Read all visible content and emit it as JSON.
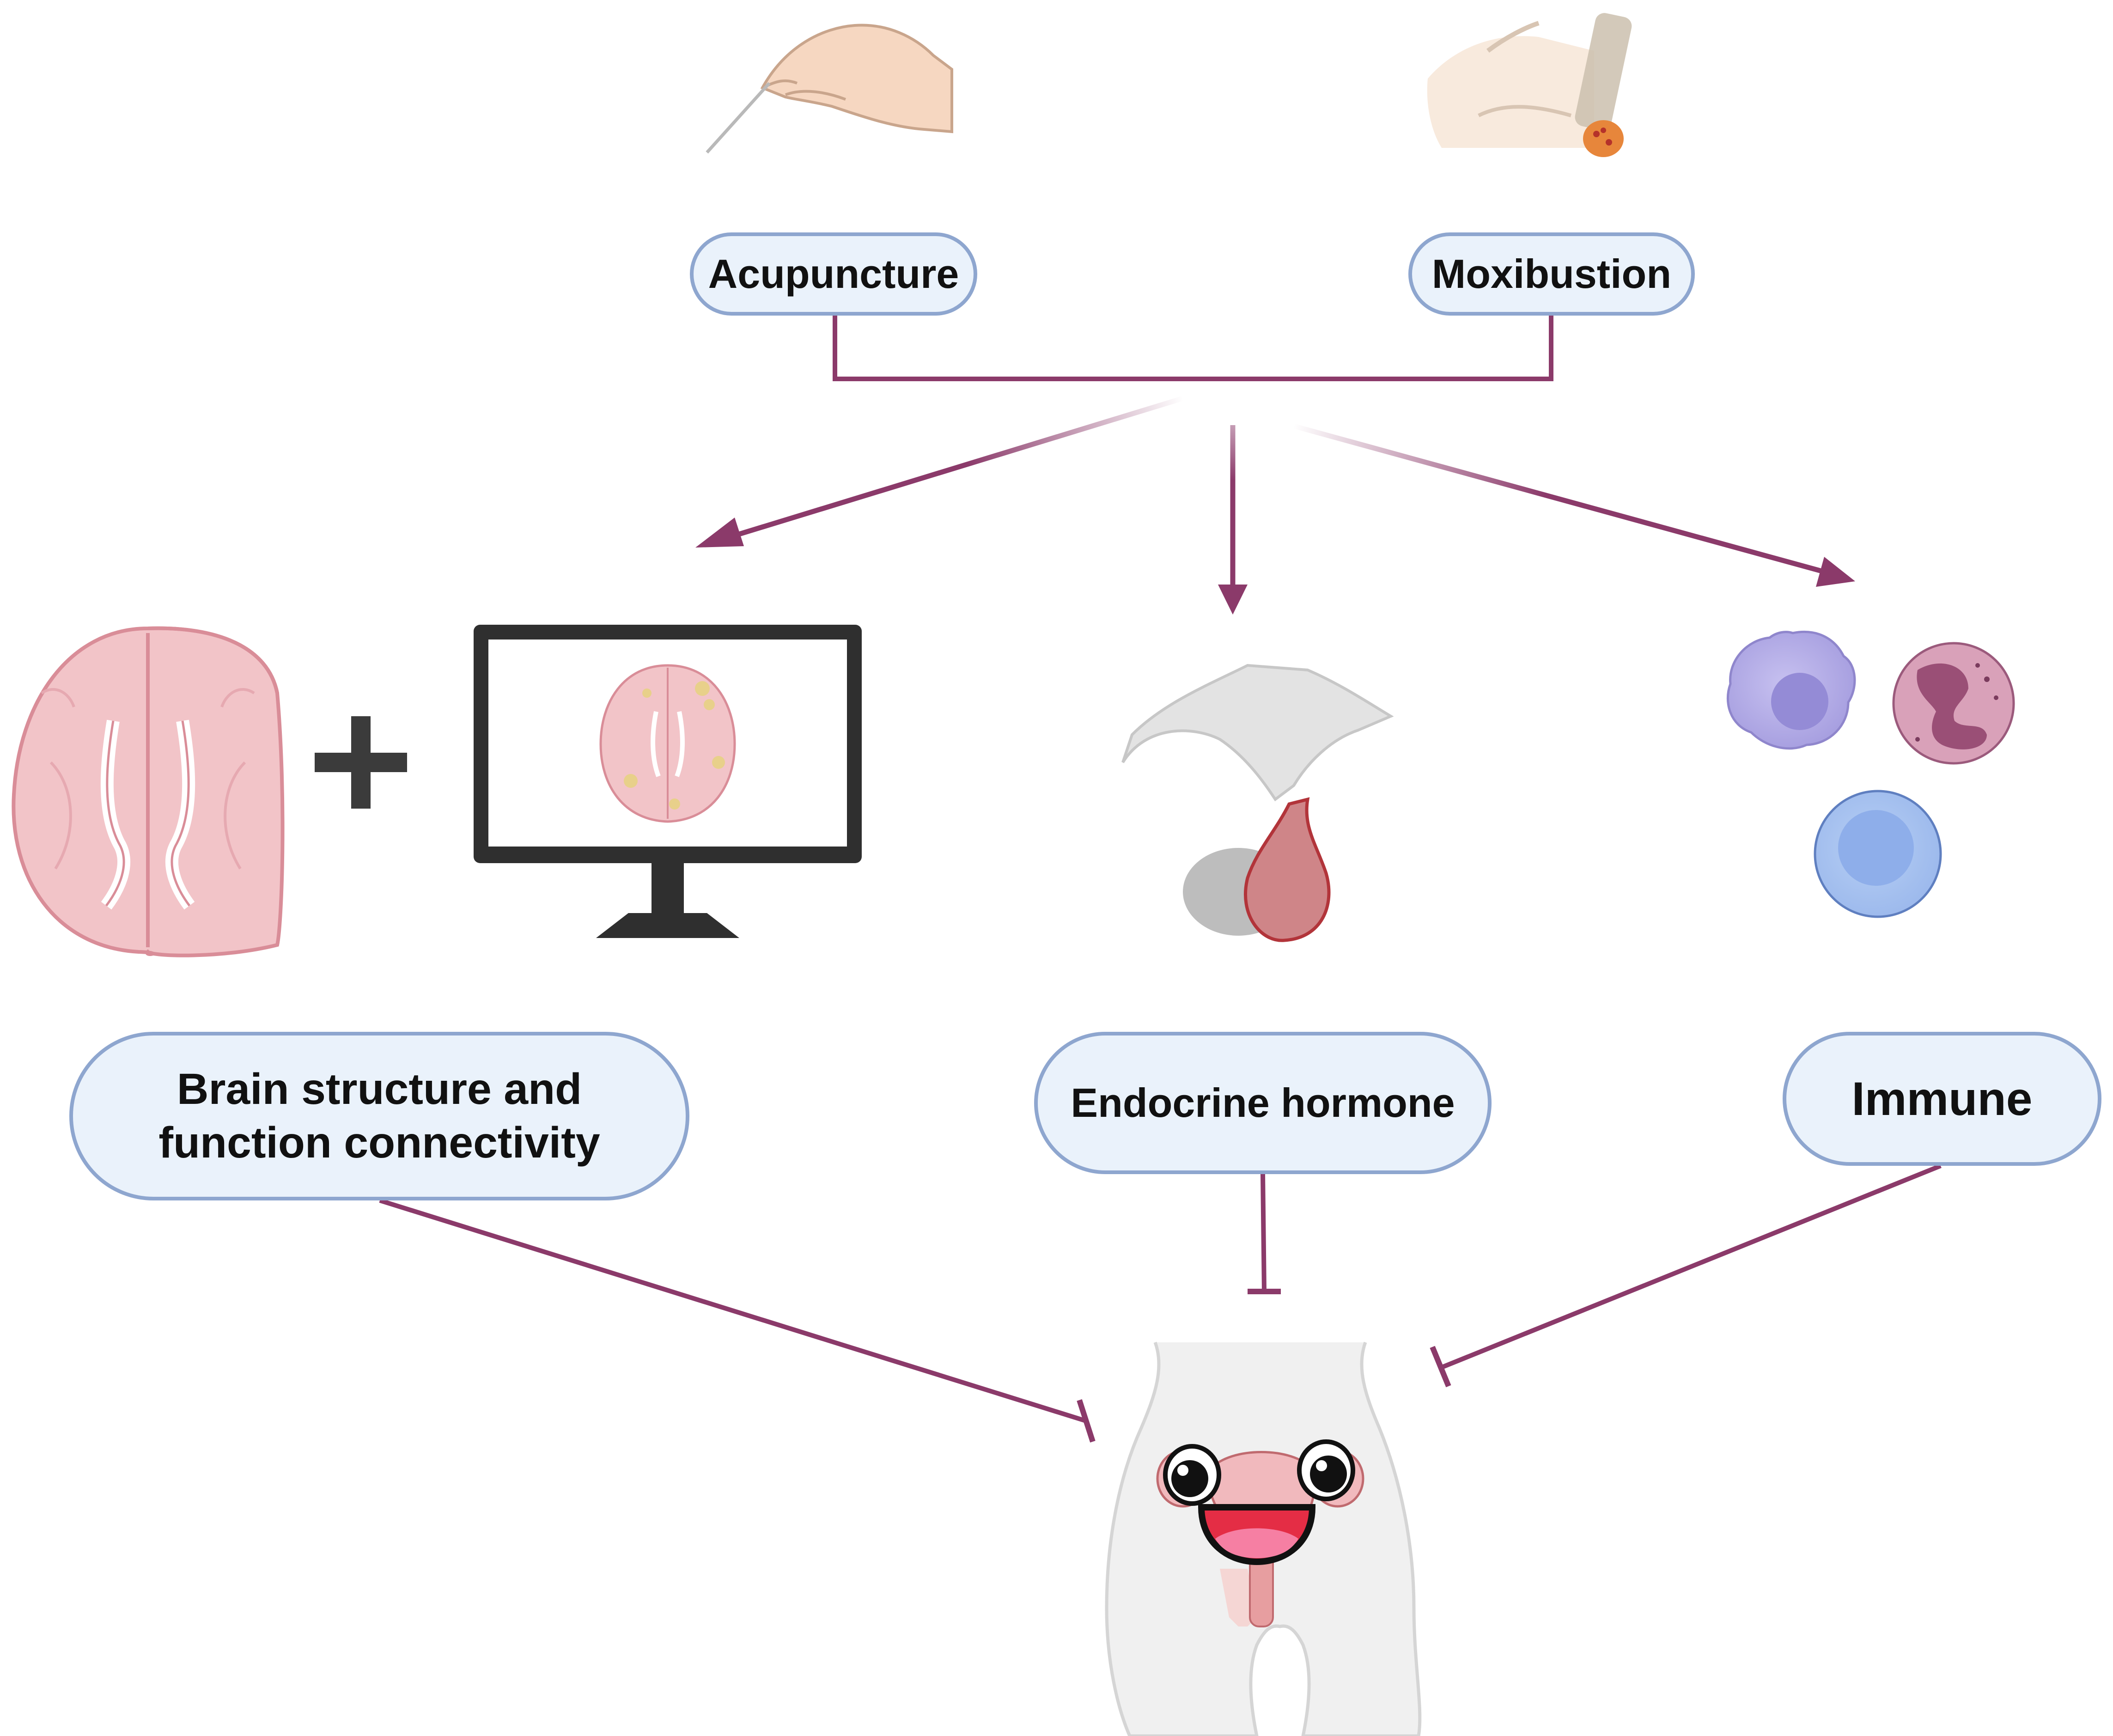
{
  "treatments": {
    "acupuncture": "Acupuncture",
    "moxibustion": "Moxibustion"
  },
  "mechanisms": {
    "brain_line1": "Brain structure and",
    "brain_line2": "function connectivity",
    "endocrine": "Endocrine hormone",
    "immune": "Immune"
  },
  "colors": {
    "connector": "#8b3a6a",
    "pill_fill": "#eaf2fb",
    "pill_border": "#8ea6cf",
    "brain_pink": "#f2c4c8",
    "monitor": "#2f2f2f"
  },
  "icons": [
    "acupuncture-needle-hand-icon",
    "moxibustion-stick-hand-icon",
    "brain-axial-icon",
    "plus-icon",
    "monitor-brain-scan-icon",
    "pituitary-gland-icon",
    "immune-cells-icon",
    "happy-uterus-body-icon"
  ]
}
